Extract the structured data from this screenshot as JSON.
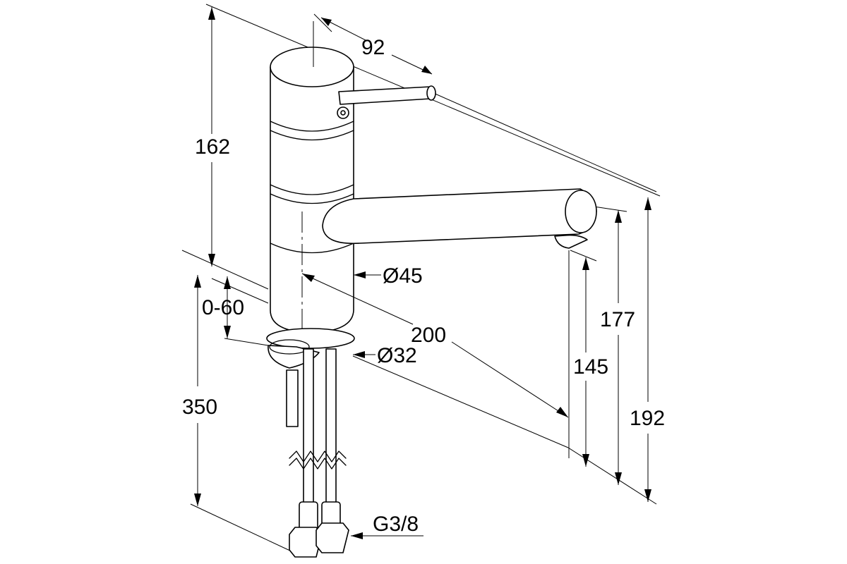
{
  "dimensions": {
    "handle_reach": "92",
    "body_height": "162",
    "clamp_range": "0-60",
    "body_diameter": "Ø45",
    "spout_reach": "200",
    "mount_hole": "Ø32",
    "hose_length": "350",
    "spout_height": "145",
    "aerator_height": "177",
    "total_height": "192",
    "connection_thread": "G3/8"
  }
}
